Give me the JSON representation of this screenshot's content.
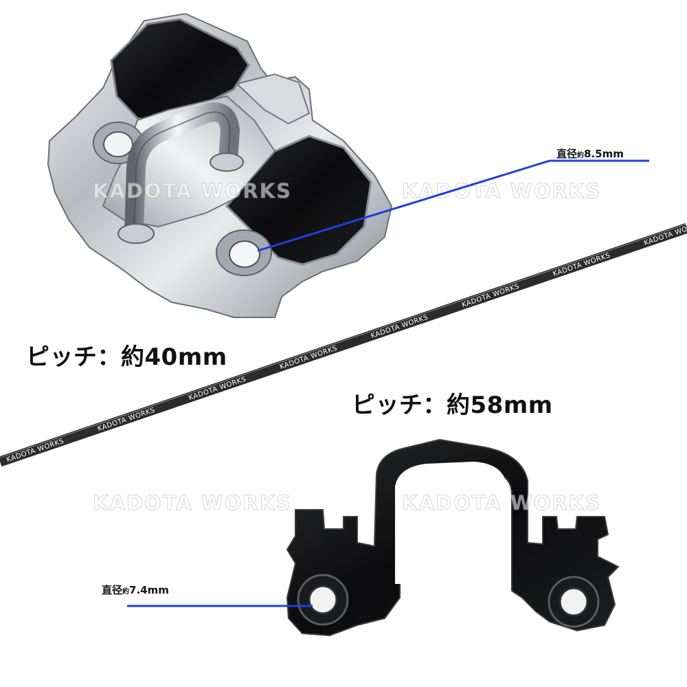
{
  "labels": {
    "pitch_top": "ピッチ：約40mm",
    "pitch_bottom": "ピッチ：約58mm",
    "diameter_top_prefix": "直径",
    "diameter_top_approx": "約",
    "diameter_top_value": "8.5mm",
    "diameter_bottom_prefix": "直径",
    "diameter_bottom_approx": "約",
    "diameter_bottom_value": "7.4mm"
  },
  "watermark": {
    "text": "KADOTA WORKS"
  },
  "colors": {
    "callout_line": "#1f3fe0",
    "strip": "#2b2b2b",
    "chrome_light": "#e6e8ea",
    "chrome_dark": "#7b8087",
    "rubber_pad": "#141414",
    "black_bracket": "#0d0d0f"
  }
}
